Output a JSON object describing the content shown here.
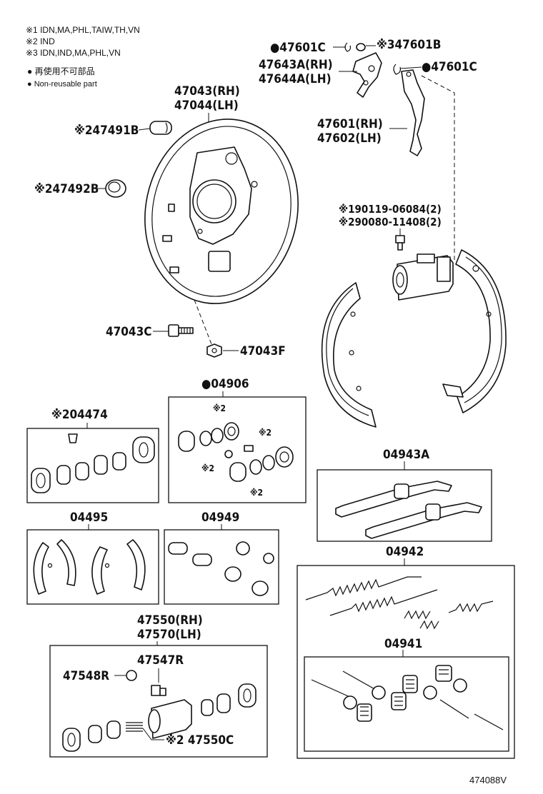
{
  "notes": {
    "line1": "※1 IDN,MA,PHL,TAIW,TH,VN",
    "line2": "※2 IND",
    "line3": "※3 IDN,IND,MA,PHL,VN",
    "legend_jp": "● 再使用不可部品",
    "legend_en": "● Non-reusable part"
  },
  "labels": {
    "p47601c_a": "●47601C",
    "p47601b": "※347601B",
    "p47601c_b": "●47601C",
    "p47643a": "47643A(RH)",
    "p47644a": "47644A(LH)",
    "p47601": "47601(RH)",
    "p47602": "47602(LH)",
    "p47043": "47043(RH)",
    "p47044": "47044(LH)",
    "p47491b": "※247491B",
    "p47492b": "※247492B",
    "p90119": "※190119-06084(2)",
    "p90080": "※290080-11408(2)",
    "p47043c": "47043C",
    "p47043f": "47043F",
    "p04906": "●04906",
    "p04474": "※204474",
    "mark2a": "※2",
    "mark2b": "※2",
    "mark2c": "※2",
    "mark2d": "※2",
    "p04943a": "04943A",
    "p04495": "04495",
    "p04949": "04949",
    "p04942": "04942",
    "p47550": "47550(RH)",
    "p47570": "47570(LH)",
    "p04941": "04941",
    "p47547r": "47547R",
    "p47548r": "47548R",
    "p47550c": "※2 47550C",
    "diagram_code": "474088V"
  },
  "icons": {
    "backing_plate": "backing-plate-icon",
    "brake_shoe": "brake-shoe-icon",
    "wheel_cylinder": "wheel-cylinder-icon",
    "spring": "coil-spring-icon",
    "adjuster": "adjuster-strut-icon",
    "lever": "parking-brake-lever-icon"
  },
  "colors": {
    "ink": "#111111",
    "background": "#ffffff"
  }
}
